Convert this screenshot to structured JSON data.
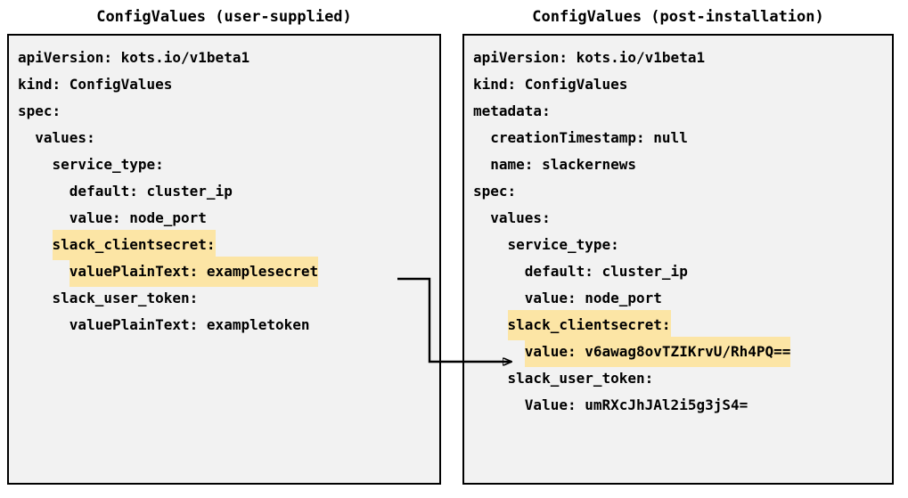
{
  "diagram": {
    "panels": [
      {
        "id": "user-supplied",
        "title": "ConfigValues (user-supplied)",
        "lines": [
          {
            "indent": 0,
            "segments": [
              {
                "text": "apiVersion: kots.io/v1beta1",
                "highlight": false
              }
            ]
          },
          {
            "indent": 0,
            "segments": [
              {
                "text": "kind: ConfigValues",
                "highlight": false
              }
            ]
          },
          {
            "indent": 0,
            "segments": [
              {
                "text": "spec:",
                "highlight": false
              }
            ]
          },
          {
            "indent": 1,
            "segments": [
              {
                "text": "values:",
                "highlight": false
              }
            ]
          },
          {
            "indent": 2,
            "segments": [
              {
                "text": "service_type:",
                "highlight": false
              }
            ]
          },
          {
            "indent": 3,
            "segments": [
              {
                "text": "default: cluster_ip",
                "highlight": false
              }
            ]
          },
          {
            "indent": 3,
            "segments": [
              {
                "text": "value: node_port",
                "highlight": false
              }
            ]
          },
          {
            "indent": 2,
            "segments": [
              {
                "text": "slack_clientsecret:",
                "highlight": true
              }
            ]
          },
          {
            "indent": 3,
            "segments": [
              {
                "text": "valuePlainText: examplesecret",
                "highlight": true
              }
            ]
          },
          {
            "indent": 2,
            "segments": [
              {
                "text": "slack_user_token:",
                "highlight": false
              }
            ]
          },
          {
            "indent": 3,
            "segments": [
              {
                "text": "valuePlainText: exampletoken",
                "highlight": false
              }
            ]
          }
        ]
      },
      {
        "id": "post-installation",
        "title": "ConfigValues (post-installation)",
        "lines": [
          {
            "indent": 0,
            "segments": [
              {
                "text": "apiVersion: kots.io/v1beta1",
                "highlight": false
              }
            ]
          },
          {
            "indent": 0,
            "segments": [
              {
                "text": "kind: ConfigValues",
                "highlight": false
              }
            ]
          },
          {
            "indent": 0,
            "segments": [
              {
                "text": "metadata:",
                "highlight": false
              }
            ]
          },
          {
            "indent": 1,
            "segments": [
              {
                "text": "creationTimestamp: null",
                "highlight": false
              }
            ]
          },
          {
            "indent": 1,
            "segments": [
              {
                "text": "name: slackernews",
                "highlight": false
              }
            ]
          },
          {
            "indent": 0,
            "segments": [
              {
                "text": "spec:",
                "highlight": false
              }
            ]
          },
          {
            "indent": 1,
            "segments": [
              {
                "text": "values:",
                "highlight": false
              }
            ]
          },
          {
            "indent": 2,
            "segments": [
              {
                "text": "service_type:",
                "highlight": false
              }
            ]
          },
          {
            "indent": 3,
            "segments": [
              {
                "text": "default: cluster_ip",
                "highlight": false
              }
            ]
          },
          {
            "indent": 3,
            "segments": [
              {
                "text": "value: node_port",
                "highlight": false
              }
            ]
          },
          {
            "indent": 2,
            "segments": [
              {
                "text": "slack_clientsecret:",
                "highlight": true
              }
            ]
          },
          {
            "indent": 3,
            "segments": [
              {
                "text": "value: v6awag8ovTZIKrvU/Rh4PQ==",
                "highlight": true
              }
            ]
          },
          {
            "indent": 2,
            "segments": [
              {
                "text": "slack_user_token:",
                "highlight": false
              }
            ]
          },
          {
            "indent": 3,
            "segments": [
              {
                "text": "Value: umRXcJhJAl2i5g3jS4=",
                "highlight": false
              }
            ]
          }
        ]
      }
    ],
    "connector": {
      "name": "secret-encryption-arrow",
      "from_label": "valuePlainText: examplesecret",
      "to_label": "value: v6awag8ovTZIKrvU/Rh4PQ=="
    },
    "colors": {
      "highlight": "#fce5a5",
      "panel_background": "#f2f2f2",
      "panel_border": "#000000",
      "text": "#000000",
      "connector": "#000000"
    }
  }
}
